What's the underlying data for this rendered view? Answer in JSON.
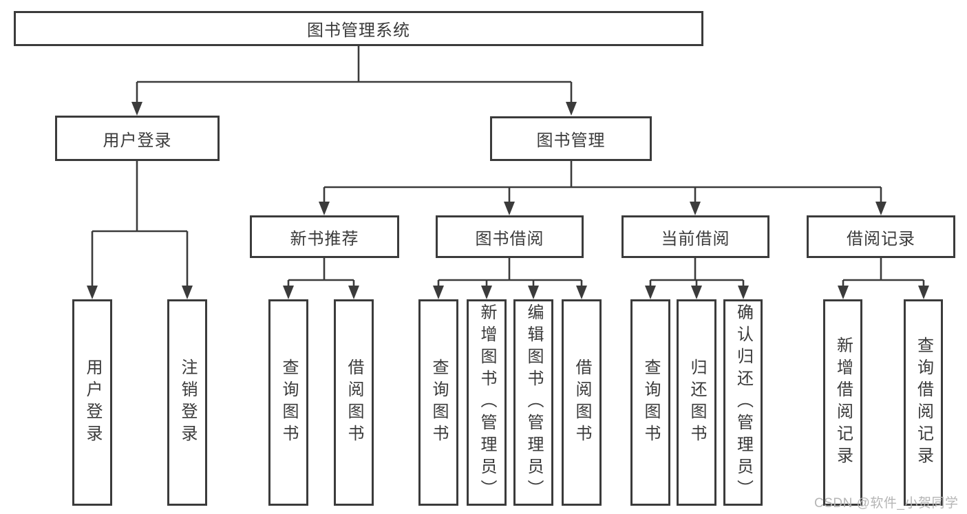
{
  "nodes": {
    "root": {
      "label": "图书管理系统"
    },
    "user_login": {
      "label": "用户登录"
    },
    "book_mgmt": {
      "label": "图书管理"
    },
    "user_login_leaf": {
      "label": "用户登录"
    },
    "logout": {
      "label": "注销登录"
    },
    "new_book_rec": {
      "label": "新书推荐"
    },
    "book_borrow": {
      "label": "图书借阅"
    },
    "current_borrow": {
      "label": "当前借阅"
    },
    "borrow_records": {
      "label": "借阅记录"
    },
    "nbr_query": {
      "label": "查询图书"
    },
    "nbr_borrow": {
      "label": "借阅图书"
    },
    "bb_query": {
      "label": "查询图书"
    },
    "bb_add": {
      "label": "新增图书（管理员）"
    },
    "bb_edit": {
      "label": "编辑图书（管理员）"
    },
    "bb_borrow": {
      "label": "借阅图书"
    },
    "cb_query": {
      "label": "查询图书"
    },
    "cb_return": {
      "label": "归还图书"
    },
    "cb_confirm": {
      "label": "确认归还（管理员）"
    },
    "br_add": {
      "label": "新增借阅记录"
    },
    "br_query": {
      "label": "查询借阅记录"
    }
  },
  "hierarchy": {
    "图书管理系统": [
      "用户登录",
      "图书管理"
    ],
    "用户登录": [
      "用户登录",
      "注销登录"
    ],
    "图书管理": [
      "新书推荐",
      "图书借阅",
      "当前借阅",
      "借阅记录"
    ],
    "新书推荐": [
      "查询图书",
      "借阅图书"
    ],
    "图书借阅": [
      "查询图书",
      "新增图书（管理员）",
      "编辑图书（管理员）",
      "借阅图书"
    ],
    "当前借阅": [
      "查询图书",
      "归还图书",
      "确认归还（管理员）"
    ],
    "借阅记录": [
      "新增借阅记录",
      "查询借阅记录"
    ]
  },
  "watermark": {
    "text": "CSDN @软件_小贺同学"
  },
  "colors": {
    "line": "#3b3b3b",
    "text": "#3a3a3a",
    "background": "#ffffff",
    "watermark": "#b5b5b5"
  }
}
